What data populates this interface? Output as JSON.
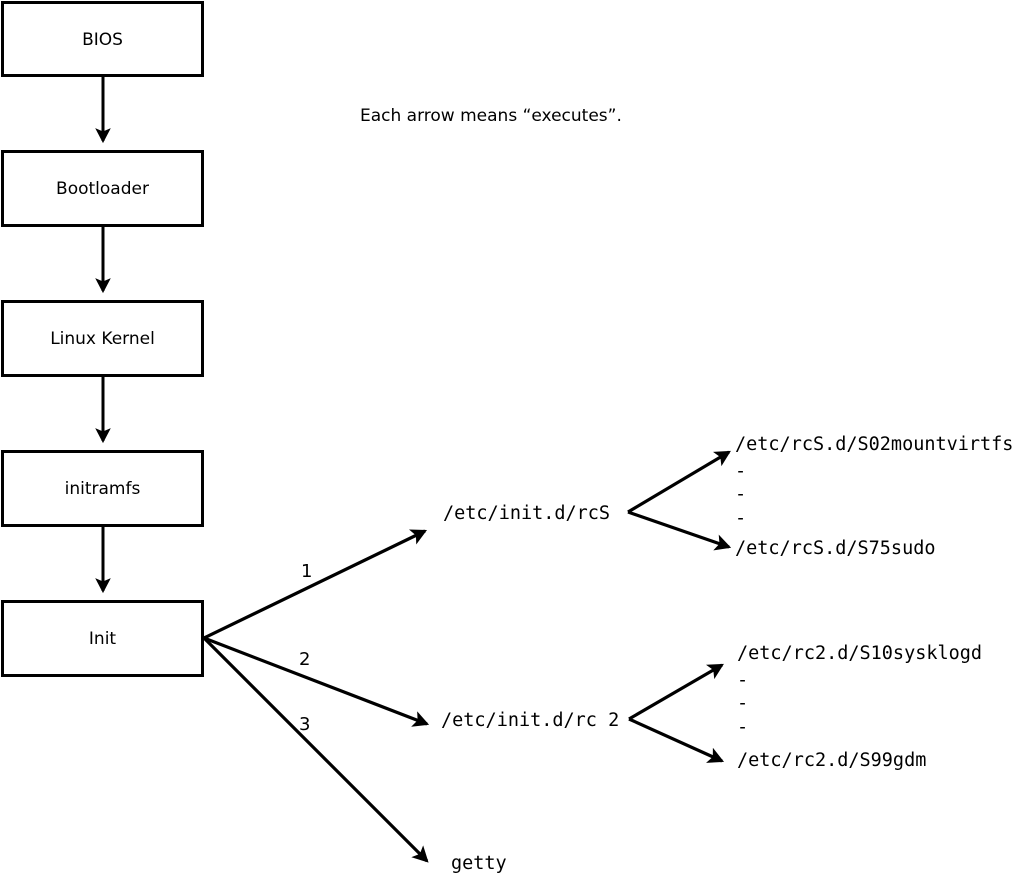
{
  "diagram": {
    "caption": "Each arrow means “executes”.",
    "boot_chain": [
      {
        "label": "BIOS"
      },
      {
        "label": "Bootloader"
      },
      {
        "label": "Linux Kernel"
      },
      {
        "label": "initramfs"
      },
      {
        "label": "Init"
      }
    ],
    "init_branches": [
      {
        "number": "1",
        "target": "/etc/init.d/rcS"
      },
      {
        "number": "2",
        "target": "/etc/init.d/rc 2"
      },
      {
        "number": "3",
        "target": "getty"
      }
    ],
    "rcs_scripts": {
      "first": "/etc/rcS.d/S02mountvirtfs",
      "last": "/etc/rcS.d/S75sudo",
      "ellipsis": [
        "-",
        "-",
        "-"
      ]
    },
    "rc2_scripts": {
      "first": "/etc/rc2.d/S10sysklogd",
      "last": "/etc/rc2.d/S99gdm",
      "ellipsis": [
        "-",
        "-",
        "-"
      ]
    },
    "colors": {
      "stroke": "#000000",
      "fill": "#ffffff",
      "text": "#000000"
    }
  }
}
